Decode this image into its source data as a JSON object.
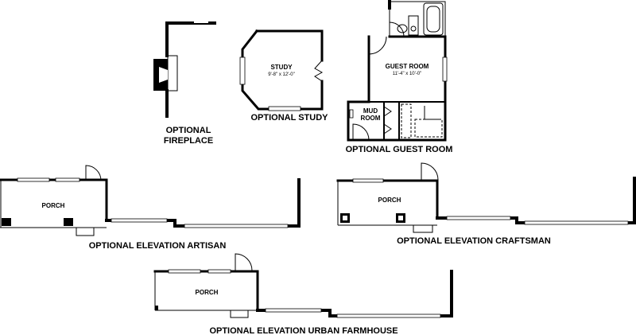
{
  "fireplace": {
    "caption_line1": "OPTIONAL",
    "caption_line2": "FIREPLACE"
  },
  "study": {
    "room_label": "STUDY",
    "room_dims": "9'-8\" x 12'-0\"",
    "caption": "OPTIONAL STUDY"
  },
  "guest_room": {
    "room_label": "GUEST ROOM",
    "room_dims": "11'-4\" x 10'-0\"",
    "mud_label_line1": "MUD",
    "mud_label_line2": "ROOM",
    "caption": "OPTIONAL GUEST ROOM"
  },
  "artisan": {
    "porch_label": "PORCH",
    "caption": "OPTIONAL ELEVATION ARTISAN"
  },
  "craftsman": {
    "porch_label": "PORCH",
    "caption": "OPTIONAL ELEVATION CRAFTSMAN"
  },
  "urban_farmhouse": {
    "porch_label": "PORCH",
    "caption": "OPTIONAL ELEVATION URBAN FARMHOUSE"
  }
}
